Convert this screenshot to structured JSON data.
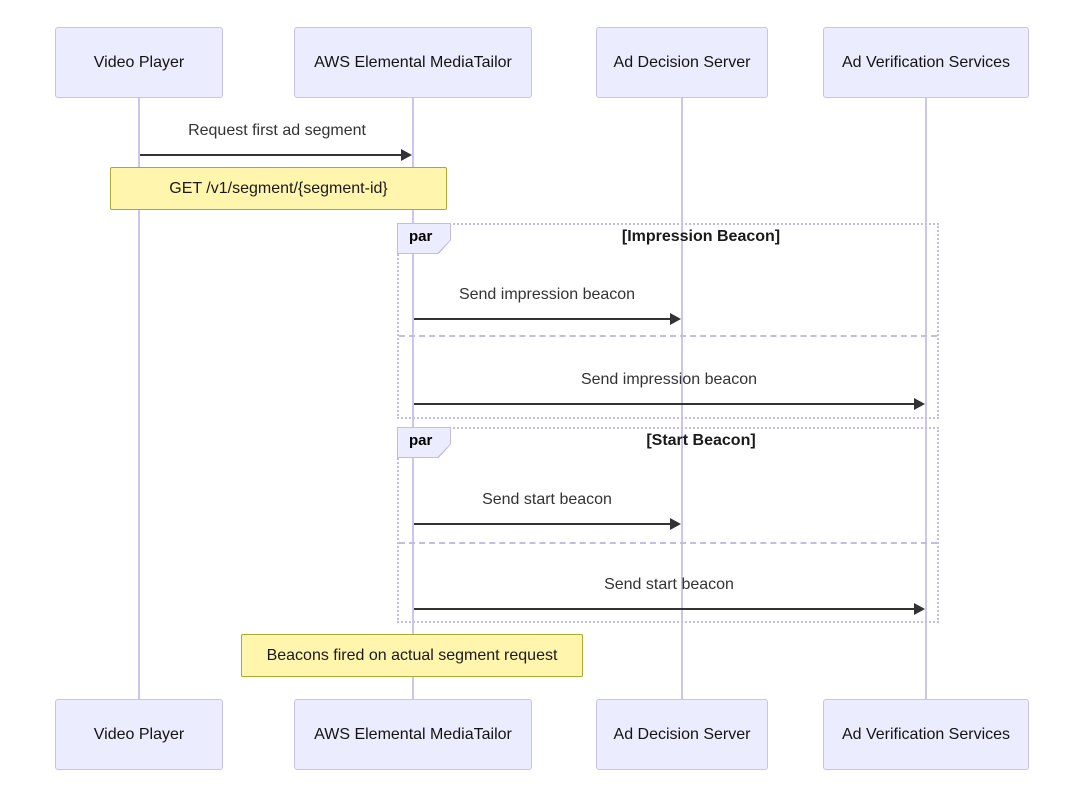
{
  "diagram": {
    "type": "sequence-diagram",
    "background": "#FFFFFF",
    "actors": [
      {
        "label": "Video Player"
      },
      {
        "label": "AWS Elemental MediaTailor"
      },
      {
        "label": "Ad Decision Server"
      },
      {
        "label": "Ad Verification Services"
      }
    ],
    "messages": [
      {
        "from": "Video Player",
        "to": "AWS Elemental MediaTailor",
        "label": "Request first ad segment"
      },
      {
        "from": "AWS Elemental MediaTailor",
        "to": "Ad Decision Server",
        "label": "Send impression beacon"
      },
      {
        "from": "AWS Elemental MediaTailor",
        "to": "Ad Verification Services",
        "label": "Send impression beacon"
      },
      {
        "from": "AWS Elemental MediaTailor",
        "to": "Ad Decision Server",
        "label": "Send start beacon"
      },
      {
        "from": "AWS Elemental MediaTailor",
        "to": "Ad Verification Services",
        "label": "Send start beacon"
      }
    ],
    "notes": [
      {
        "label": "GET /v1/segment/{segment-id}",
        "over": "Video Player, AWS Elemental MediaTailor"
      },
      {
        "label": "Beacons fired on actual segment request",
        "over": "AWS Elemental MediaTailor"
      }
    ],
    "par_blocks": [
      {
        "keyword": "par",
        "condition": "[Impression Beacon]"
      },
      {
        "keyword": "par",
        "condition": "[Start Beacon]"
      }
    ],
    "colors": {
      "background": "#FFFFFF",
      "actor_fill": "#ECECFF",
      "actor_border": "#C8C2EE",
      "lifeline": "#CCC6EC",
      "note_fill": "#FFF5AD",
      "note_border": "#AAAA33",
      "par_border": "#C3BDE6",
      "message_line": "#333333",
      "message_text": "#333333"
    }
  }
}
